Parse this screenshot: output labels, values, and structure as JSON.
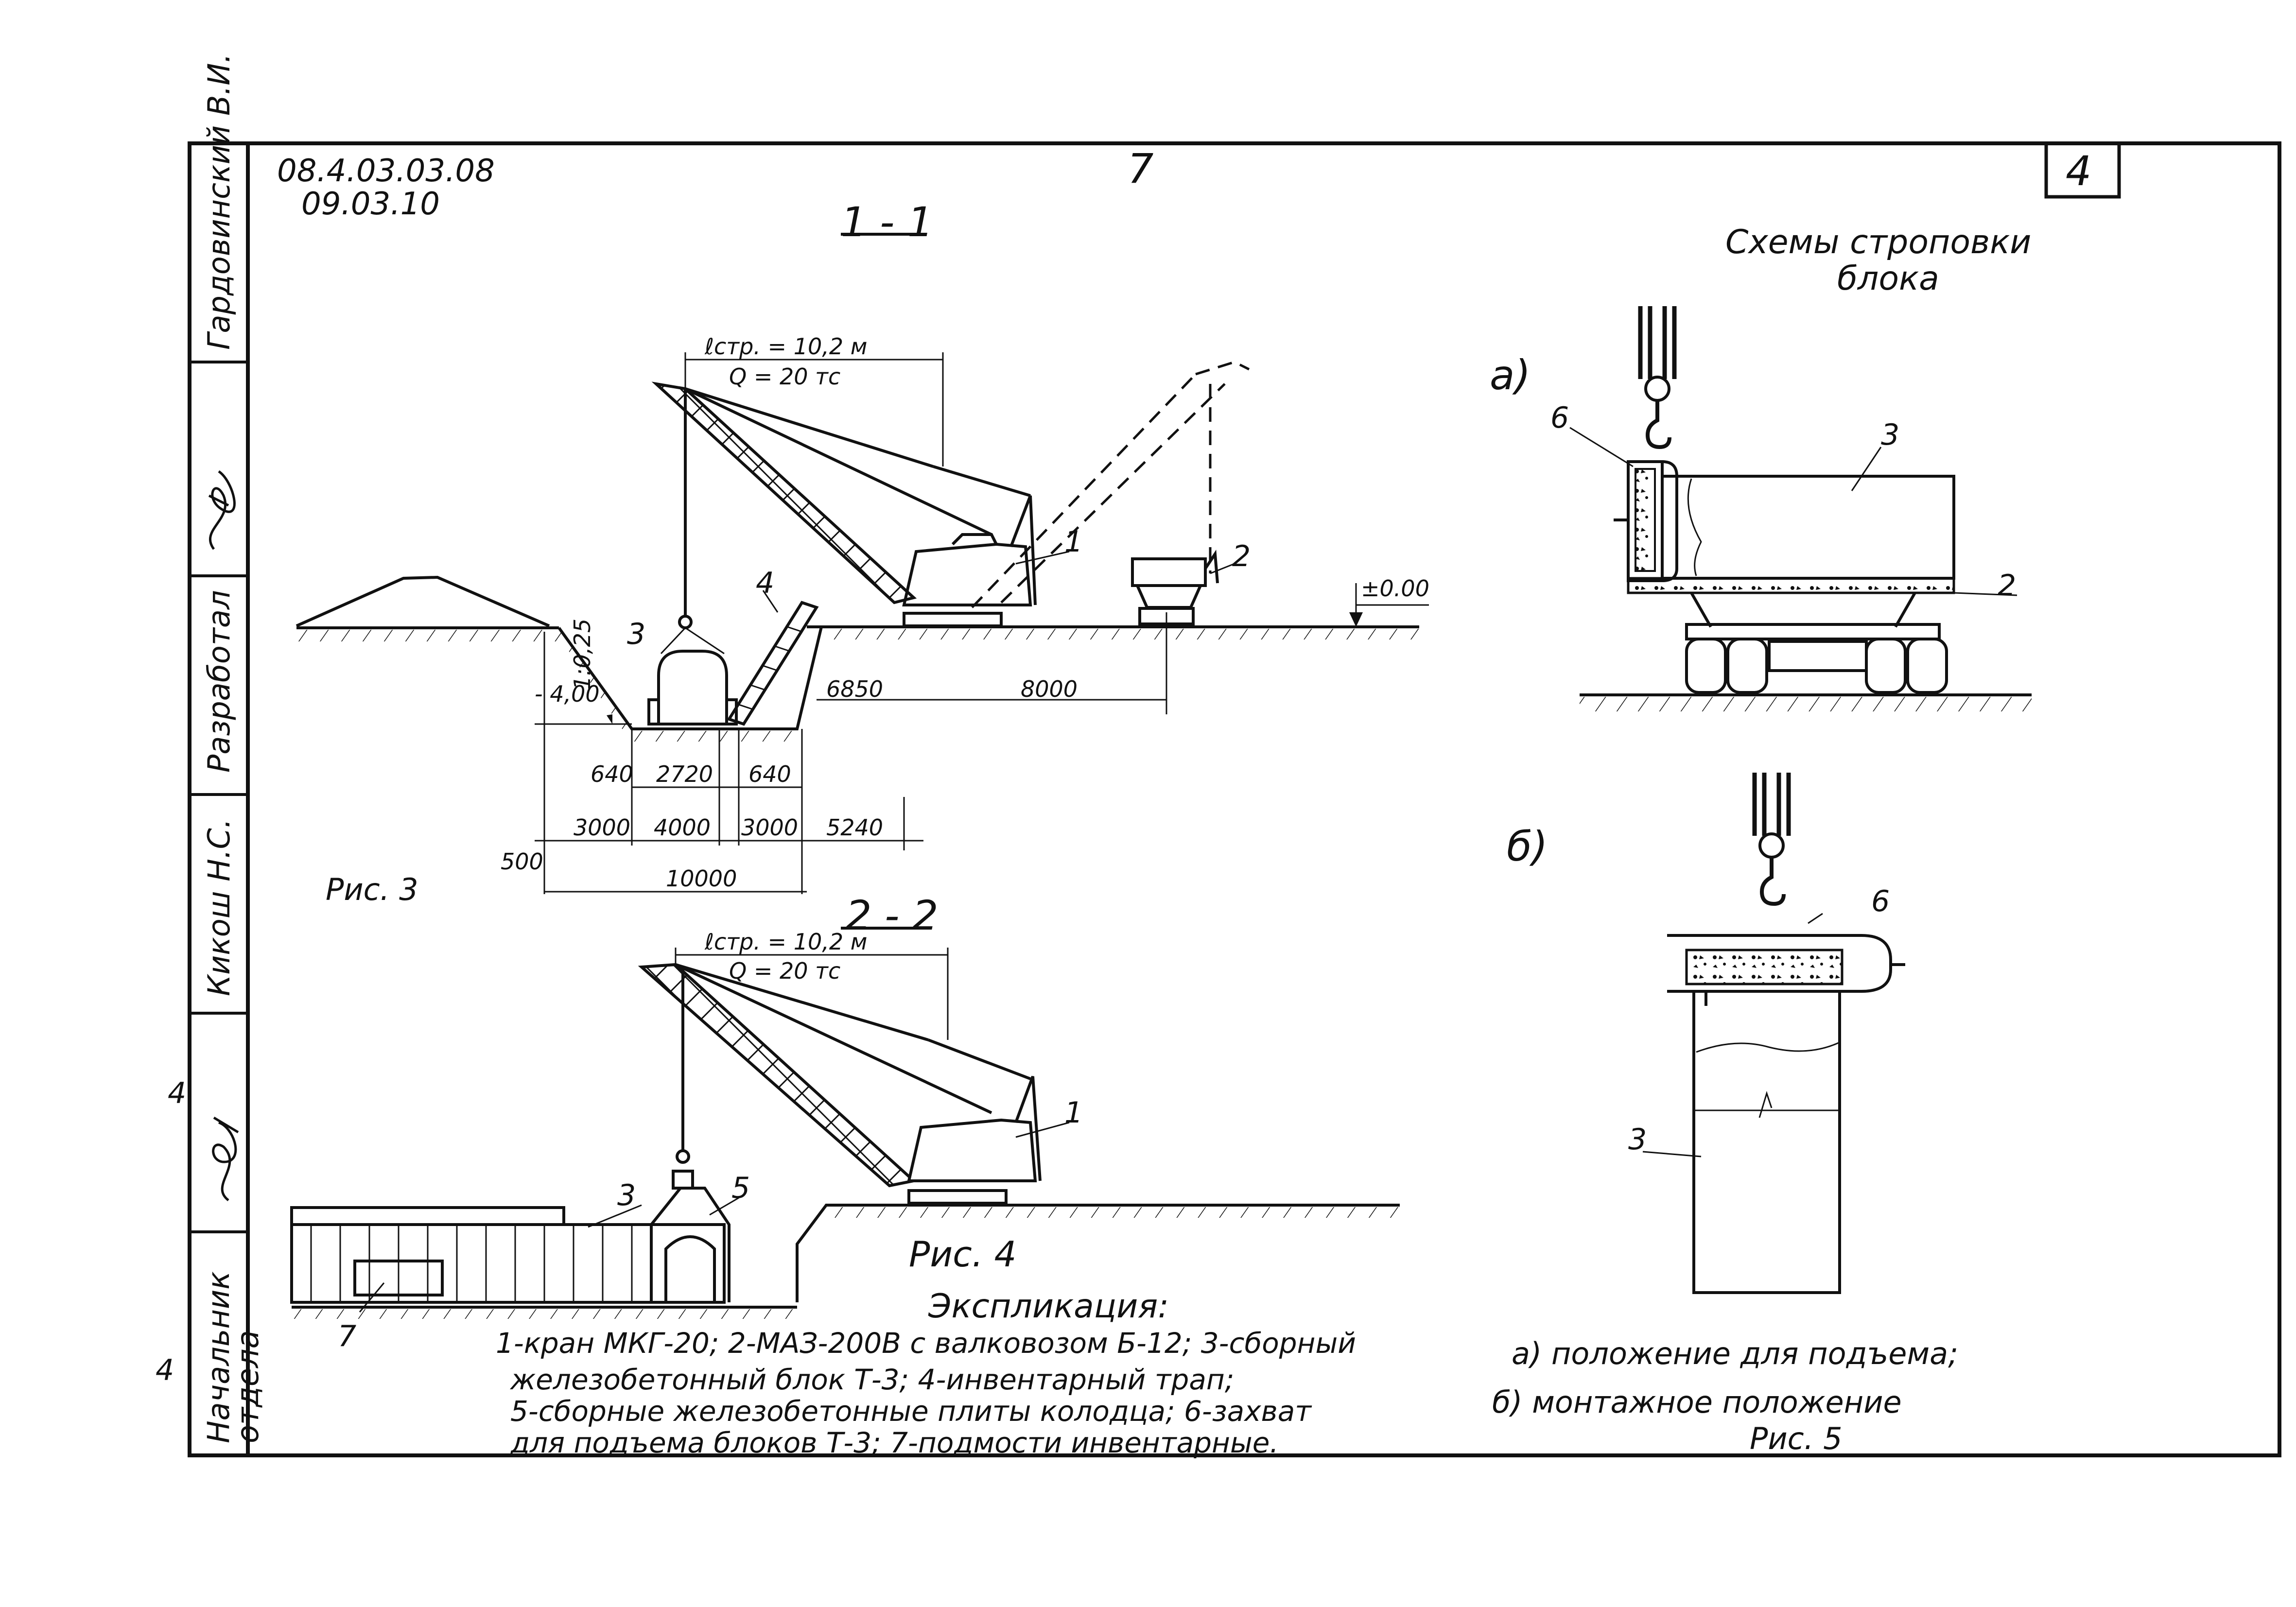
{
  "title_block": {
    "codes": [
      "08.4.03.03.08",
      "09.03.10"
    ],
    "page_number": "7",
    "sheet_number": "4"
  },
  "side_stamp": {
    "rows": [
      {
        "name": "Гардовинский В.И."
      },
      {
        "signature": true
      },
      {
        "role": "Разработал"
      },
      {
        "name": "Кикош Н.С."
      },
      {
        "signature": true
      },
      {
        "role": "Начальник отдела"
      }
    ],
    "margin_marks": [
      "4",
      "4"
    ]
  },
  "section_1_1": {
    "title": "1 - 1",
    "boom_reach": "ℓстр. = 10,2 м",
    "load_capacity": "Q = 20 тс",
    "slope": "1:0,25",
    "elevation_zero": "±0.00",
    "elevation_bottom": "- 4,00",
    "dimensions": {
      "d6850": "6850",
      "d8000": "8000",
      "d640a": "640",
      "d2720": "2720",
      "d640b": "640",
      "d3000a": "3000",
      "d4000": "4000",
      "d3000b": "3000",
      "d5240": "5240",
      "d500": "500",
      "d10000": "10000"
    },
    "callouts": [
      "1",
      "2",
      "3",
      "4"
    ],
    "figure_caption": "Рис. 3"
  },
  "section_2_2": {
    "title": "2 - 2",
    "boom_reach": "ℓстр. = 10,2 м",
    "load_capacity": "Q = 20 тс",
    "callouts": [
      "1",
      "3",
      "5",
      "7"
    ],
    "figure_caption": "Рис. 4"
  },
  "slinging": {
    "title_line1": "Схемы строповки",
    "title_line2": "блока",
    "view_a": "а)",
    "view_b": "б)",
    "callouts_a": [
      "6",
      "3",
      "2"
    ],
    "callouts_b": [
      "6",
      "3"
    ],
    "legend_a": "а) положение для подъема;",
    "legend_b": "б) монтажное положение",
    "figure_caption": "Рис. 5"
  },
  "explication": {
    "title": "Экспликация:",
    "lines": [
      "1-кран МКГ-20;  2-МАЗ-200В с валковозом Б-12;  3-сборный",
      "железобетонный блок Т-3;   4-инвентарный трап;",
      "5-сборные железобетонные плиты колодца;  6-захват",
      "для подъема блоков Т-3;   7-подмости инвентарные."
    ]
  }
}
